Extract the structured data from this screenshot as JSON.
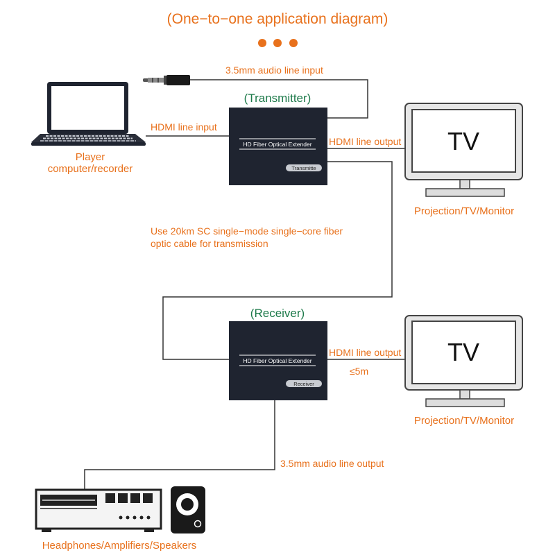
{
  "title": "(One−to−one application diagram)",
  "transmitter": {
    "heading": "(Transmitter)",
    "device_label": "HD Fiber Optical Extender",
    "tag": "Transmitte"
  },
  "receiver": {
    "heading": "(Receiver)",
    "device_label": "HD Fiber Optical Extender",
    "tag": "Receiver"
  },
  "source": {
    "label_line1": "Player",
    "label_line2": "computer/recorder"
  },
  "connections": {
    "audio_input": "3.5mm audio line input",
    "hdmi_input": "HDMI line input",
    "hdmi_output_tx": "HDMI line output",
    "fiber_line1": "Use 20km SC single−mode single−core fiber",
    "fiber_line2": "optic cable for transmission",
    "hdmi_output_rx": "HDMI line output",
    "distance": "≤5m",
    "audio_output": "3.5mm audio line output"
  },
  "displays": [
    {
      "screen_text": "TV",
      "caption": "Projection/TV/Monitor"
    },
    {
      "screen_text": "TV",
      "caption": "Projection/TV/Monitor"
    }
  ],
  "audio_sink": {
    "caption": "Headphones/Amplifiers/Speakers"
  },
  "icons": [
    "audio-jack-icon",
    "laptop-icon",
    "tv-monitor-icon",
    "amplifier-icon",
    "speaker-icon"
  ],
  "colors": {
    "accent": "#e8711c",
    "heading_green": "#1d7a4a",
    "device_body": "#1f2430",
    "line": "#333333"
  }
}
